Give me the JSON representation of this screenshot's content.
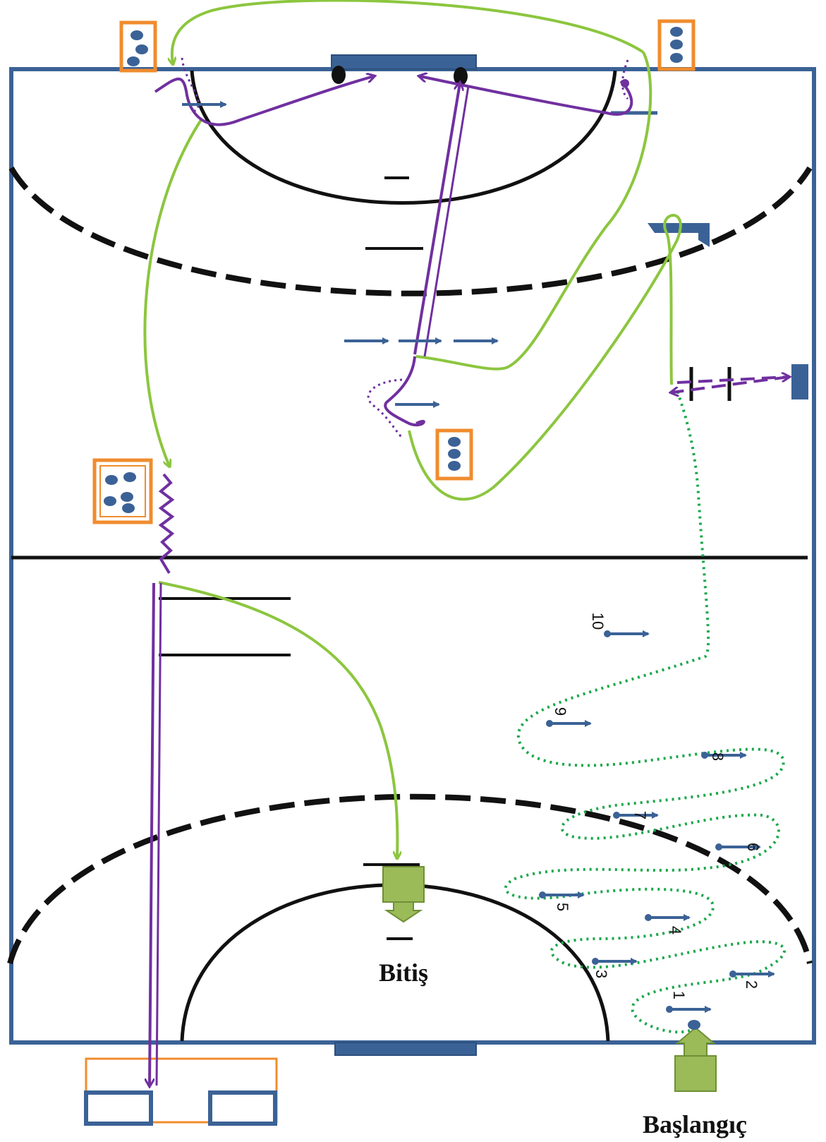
{
  "labels": {
    "start": "Başlangıç",
    "finish": "Bitiş"
  },
  "cone_numbers": [
    "1",
    "2",
    "3",
    "4",
    "5",
    "6",
    "7",
    "8",
    "9",
    "10"
  ],
  "colors": {
    "court_line": "#3b6296",
    "path_green": "#8cc63f",
    "dotted_green": "#1aa84a",
    "path_purple": "#7030a0",
    "ball_box": "#f08c2e",
    "ball": "#3b6296",
    "arrow_marker": "#8faf3e"
  },
  "icons": {
    "start_marker": "green-arrow-down-icon",
    "finish_marker": "green-arrow-down-icon",
    "ball_box": "ball-box-icon",
    "hurdle": "hurdle-icon",
    "cone_stick": "stick-icon"
  }
}
